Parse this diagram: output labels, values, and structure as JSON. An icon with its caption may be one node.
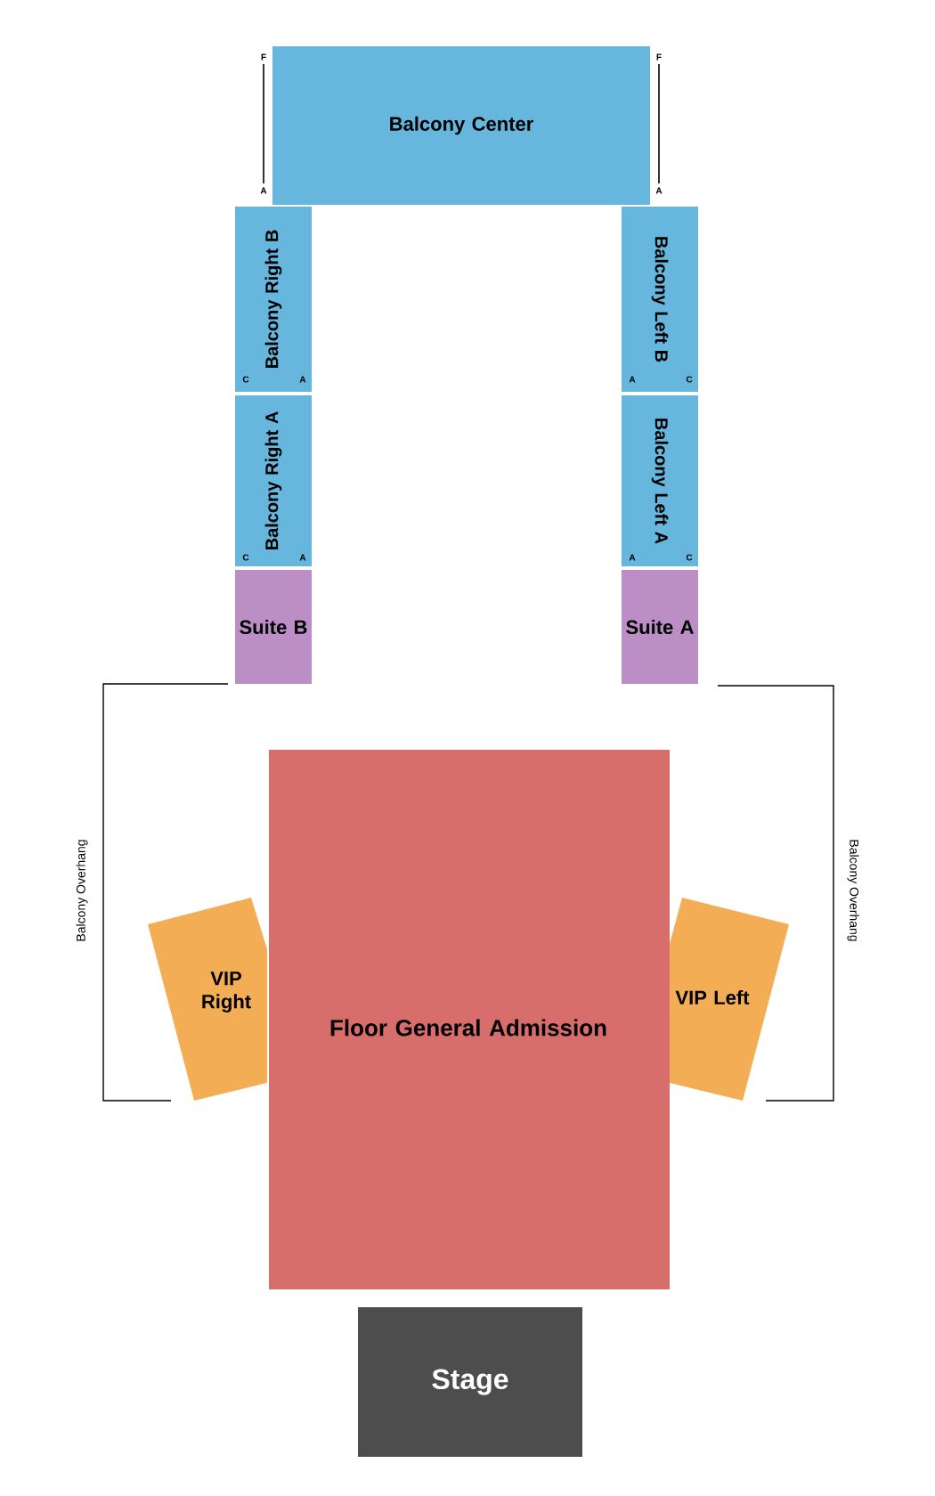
{
  "diagram": {
    "nodes": [
      {
        "text": [
          "Balcony Center"
        ]
      },
      {
        "text": [
          "Balcony Right B"
        ]
      },
      {
        "text": [
          "Balcony Left B"
        ]
      },
      {
        "text": [
          "Balcony Right A"
        ]
      },
      {
        "text": [
          "Balcony Left A"
        ]
      },
      {
        "text": [
          "Suite B"
        ]
      },
      {
        "text": [
          "Suite A"
        ]
      },
      {
        "text": [
          "Floor General Admission"
        ]
      },
      {
        "text": [
          "VIP Right"
        ]
      },
      {
        "text": [
          "VIP Left"
        ]
      },
      {
        "text": [
          "Stage"
        ]
      }
    ],
    "labels": [
      "F",
      "F",
      "A",
      "A",
      "C",
      "A",
      "A",
      "C",
      "C",
      "A",
      "A",
      "C",
      "Balcony Overhang",
      "Balcony Overhang"
    ]
  }
}
